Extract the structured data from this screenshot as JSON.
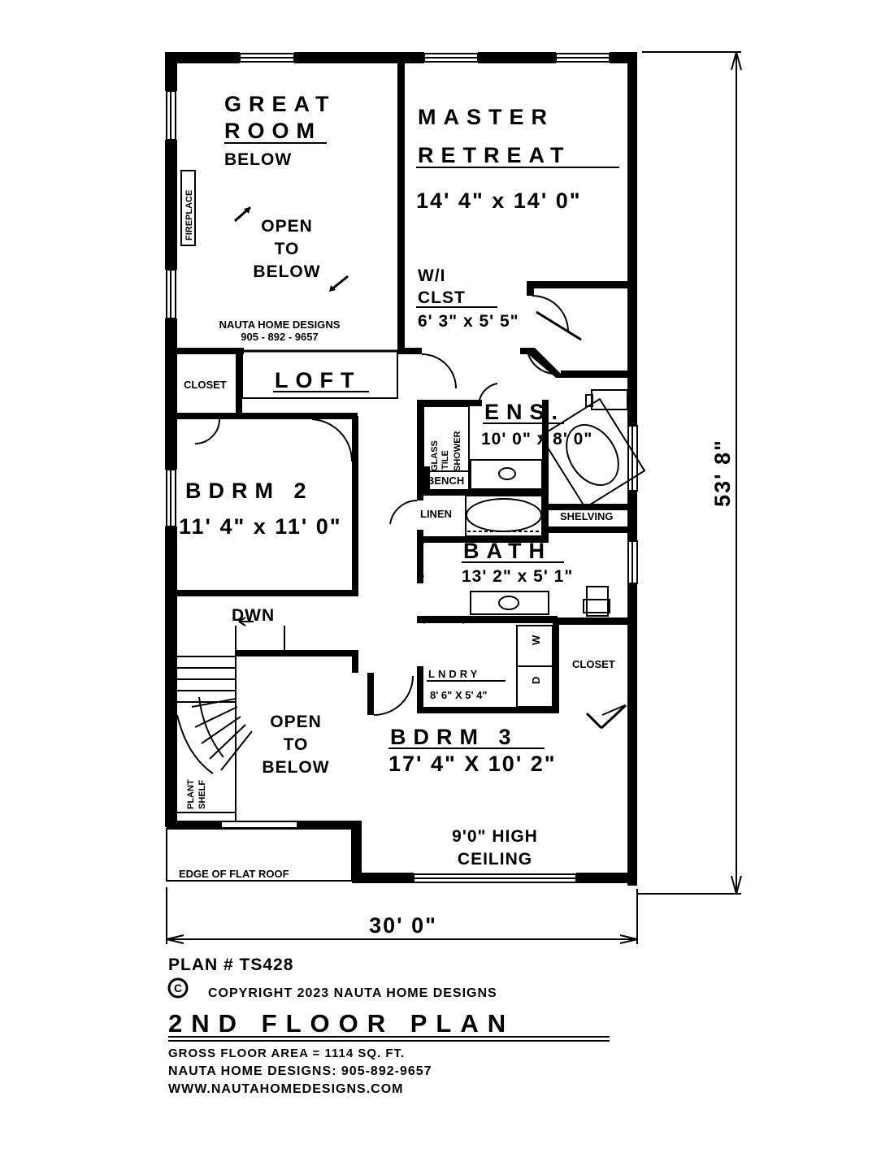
{
  "rooms": {
    "great_room": {
      "line1": "GREAT",
      "line2": "ROOM",
      "line3": "BELOW"
    },
    "open_below_1": {
      "line1": "OPEN",
      "line2": "TO",
      "line3": "BELOW"
    },
    "fireplace": "FIREPLACE",
    "watermark": {
      "name": "NAUTA HOME DESIGNS",
      "phone": "905 - 892 - 9657"
    },
    "master": {
      "line1": "MASTER",
      "line2": "RETREAT",
      "size": "14' 4\" x 14' 0\""
    },
    "wi_closet": {
      "line1": "W/I",
      "line2": "CLST",
      "size": "6' 3\" x 5' 5\""
    },
    "closet_1": "CLOSET",
    "loft": "LOFT",
    "ensuite": {
      "name": "ENS.",
      "size": "10' 0\" x 8' 0\""
    },
    "shower": {
      "line1": "GLASS",
      "line2": "TILE",
      "line3": "SHOWER"
    },
    "bench": "BENCH",
    "linen": "LINEN",
    "shelving": "SHELVING",
    "bdrm2": {
      "name": "BDRM 2",
      "size": "11' 4\" x 11' 0\""
    },
    "bath": {
      "name": "BATH",
      "size": "13' 2\" x 5' 1\""
    },
    "dwn": "DWN",
    "laundry": {
      "name": "LNDRY",
      "size": "8' 6\" X 5' 4\"",
      "washer": "W",
      "dryer": "D"
    },
    "closet_2": "CLOSET",
    "open_below_2": {
      "line1": "OPEN",
      "line2": "TO",
      "line3": "BELOW"
    },
    "bdrm3": {
      "name": "BDRM 3",
      "size": "17' 4\" X 10' 2\""
    },
    "ceiling": {
      "line1": "9'0\" HIGH",
      "line2": "CEILING"
    },
    "plant_shelf": {
      "line1": "PLANT",
      "line2": "SHELF"
    },
    "flat_roof": "EDGE OF FLAT ROOF"
  },
  "dimensions": {
    "depth": "53' 8\"",
    "width": "30' 0\""
  },
  "footer": {
    "plan_number": "PLAN # TS428",
    "copyright_symbol": "C",
    "copyright": "COPYRIGHT 2023 NAUTA HOME DESIGNS",
    "title": "2ND FLOOR PLAN",
    "gross_area": "GROSS  FLOOR AREA   =   1114  SQ. FT.",
    "phone": "NAUTA HOME DESIGNS:  905-892-9657",
    "website": "WWW.NAUTAHOMEDESIGNS.COM"
  }
}
